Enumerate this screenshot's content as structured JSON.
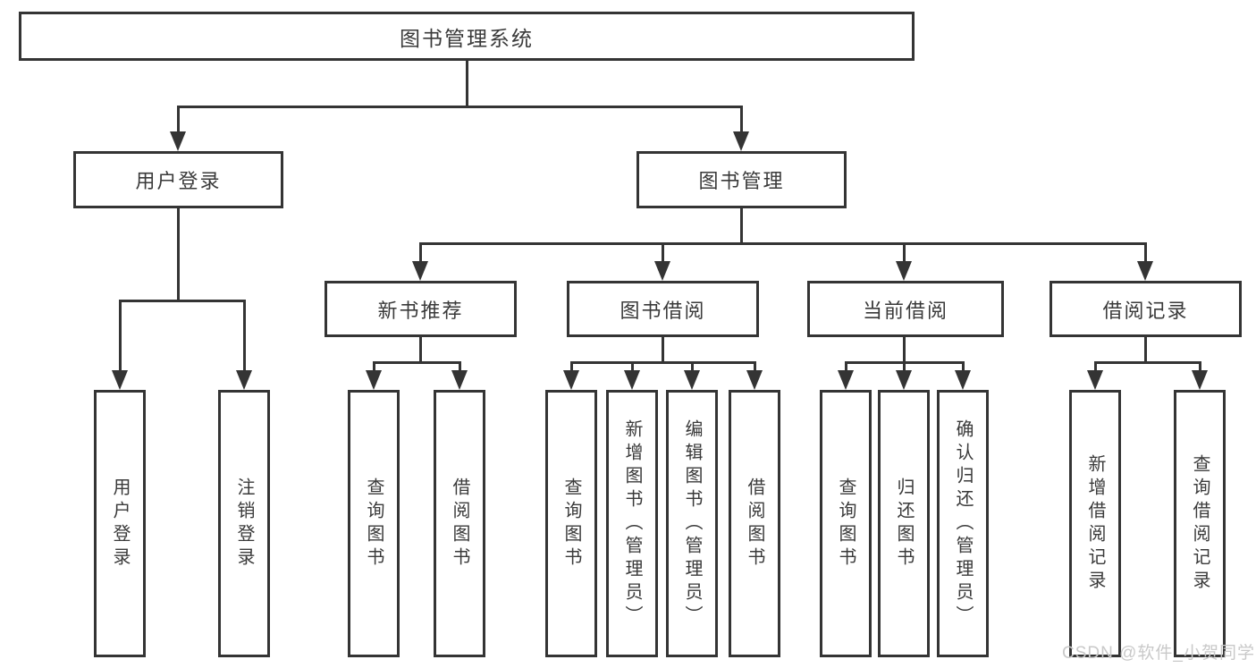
{
  "diagram": {
    "title": "图书管理系统",
    "root": "图书管理系统",
    "level2": {
      "login": "用户登录",
      "book_mgmt": "图书管理"
    },
    "level3": {
      "new_book": "新书推荐",
      "book_borrow": "图书借阅",
      "current_borrow": "当前借阅",
      "borrow_records": "借阅记录"
    },
    "leaves": {
      "user_login": "用户登录",
      "logout": "注销登录",
      "nb_query": "查询图书",
      "nb_borrow": "借阅图书",
      "bb_query": "查询图书",
      "bb_add": "新增图书（管理员）",
      "bb_edit": "编辑图书（管理员）",
      "bb_borrow": "借阅图书",
      "cb_query": "查询图书",
      "cb_return": "归还图书",
      "cb_confirm": "确认归还（管理员）",
      "br_add": "新增借阅记录",
      "br_query": "查询借阅记录"
    }
  },
  "watermark": {
    "text": "CSDN @软件_小贺同学"
  },
  "colors": {
    "line": "#343434",
    "text": "#3a3a3a",
    "background": "#ffffff",
    "watermark": "#c9c9c9"
  }
}
